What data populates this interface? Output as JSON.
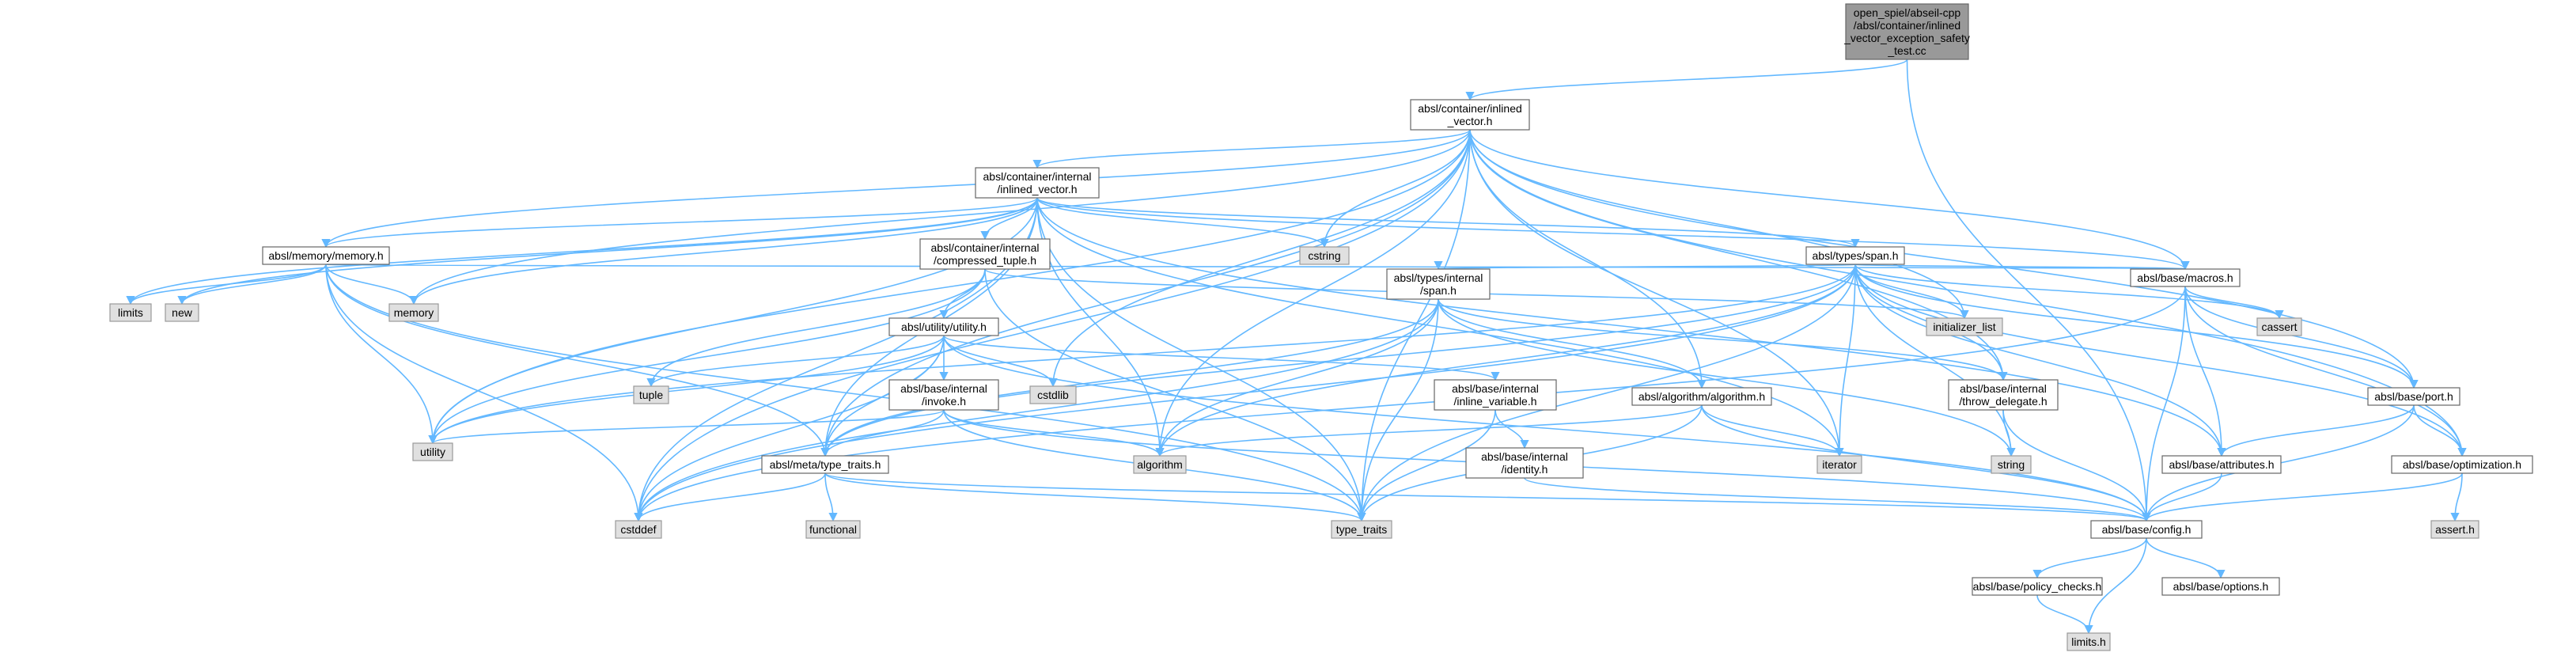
{
  "graph": {
    "edge_color": "#63b8ff",
    "node_fill": "#ffffff",
    "external_fill": "#e0e0e0",
    "root_fill": "#999999",
    "nodes": [
      {
        "id": "root",
        "kind": "root",
        "lines": [
          "open_spiel/abseil-cpp",
          "/absl/container/inlined",
          "_vector_exception_safety",
          "_test.cc"
        ]
      },
      {
        "id": "inlined_vector",
        "kind": "normal",
        "lines": [
          "absl/container/inlined",
          "_vector.h"
        ]
      },
      {
        "id": "internal_inlined_vector",
        "kind": "normal",
        "lines": [
          "absl/container/internal",
          "/inlined_vector.h"
        ]
      },
      {
        "id": "memory_h",
        "kind": "normal",
        "lines": [
          "absl/memory/memory.h"
        ]
      },
      {
        "id": "compressed_tuple",
        "kind": "normal",
        "lines": [
          "absl/container/internal",
          "/compressed_tuple.h"
        ]
      },
      {
        "id": "cstring",
        "kind": "ext",
        "lines": [
          "cstring"
        ]
      },
      {
        "id": "span",
        "kind": "normal",
        "lines": [
          "absl/types/span.h"
        ]
      },
      {
        "id": "limits",
        "kind": "ext",
        "lines": [
          "limits"
        ]
      },
      {
        "id": "new",
        "kind": "ext",
        "lines": [
          "new"
        ]
      },
      {
        "id": "memory",
        "kind": "ext",
        "lines": [
          "memory"
        ]
      },
      {
        "id": "utility_h",
        "kind": "normal",
        "lines": [
          "absl/utility/utility.h"
        ]
      },
      {
        "id": "tuple",
        "kind": "ext",
        "lines": [
          "tuple"
        ]
      },
      {
        "id": "invoke",
        "kind": "normal",
        "lines": [
          "absl/base/internal",
          "/invoke.h"
        ]
      },
      {
        "id": "cstdlib",
        "kind": "ext",
        "lines": [
          "cstdlib"
        ]
      },
      {
        "id": "types_internal_span",
        "kind": "normal",
        "lines": [
          "absl/types/internal",
          "/span.h"
        ]
      },
      {
        "id": "inline_variable",
        "kind": "normal",
        "lines": [
          "absl/base/internal",
          "/inline_variable.h"
        ]
      },
      {
        "id": "identity",
        "kind": "normal",
        "lines": [
          "absl/base/internal",
          "/identity.h"
        ]
      },
      {
        "id": "algorithm_h",
        "kind": "normal",
        "lines": [
          "absl/algorithm/algorithm.h"
        ]
      },
      {
        "id": "initializer_list",
        "kind": "ext",
        "lines": [
          "initializer_list"
        ]
      },
      {
        "id": "throw_delegate",
        "kind": "normal",
        "lines": [
          "absl/base/internal",
          "/throw_delegate.h"
        ]
      },
      {
        "id": "macros",
        "kind": "normal",
        "lines": [
          "absl/base/macros.h"
        ]
      },
      {
        "id": "cassert",
        "kind": "ext",
        "lines": [
          "cassert"
        ]
      },
      {
        "id": "port",
        "kind": "normal",
        "lines": [
          "absl/base/port.h"
        ]
      },
      {
        "id": "utility",
        "kind": "ext",
        "lines": [
          "utility"
        ]
      },
      {
        "id": "type_traits_h",
        "kind": "normal",
        "lines": [
          "absl/meta/type_traits.h"
        ]
      },
      {
        "id": "functional",
        "kind": "ext",
        "lines": [
          "functional"
        ]
      },
      {
        "id": "cstddef",
        "kind": "ext",
        "lines": [
          "cstddef"
        ]
      },
      {
        "id": "algorithm",
        "kind": "ext",
        "lines": [
          "algorithm"
        ]
      },
      {
        "id": "type_traits",
        "kind": "ext",
        "lines": [
          "type_traits"
        ]
      },
      {
        "id": "iterator",
        "kind": "ext",
        "lines": [
          "iterator"
        ]
      },
      {
        "id": "string",
        "kind": "ext",
        "lines": [
          "string"
        ]
      },
      {
        "id": "attributes",
        "kind": "normal",
        "lines": [
          "absl/base/attributes.h"
        ]
      },
      {
        "id": "optimization",
        "kind": "normal",
        "lines": [
          "absl/base/optimization.h"
        ]
      },
      {
        "id": "config",
        "kind": "normal",
        "lines": [
          "absl/base/config.h"
        ]
      },
      {
        "id": "assert_h",
        "kind": "ext",
        "lines": [
          "assert.h"
        ]
      },
      {
        "id": "policy_checks",
        "kind": "normal",
        "lines": [
          "absl/base/policy_checks.h"
        ]
      },
      {
        "id": "options",
        "kind": "normal",
        "lines": [
          "absl/base/options.h"
        ]
      },
      {
        "id": "limits_h",
        "kind": "ext",
        "lines": [
          "limits.h"
        ]
      }
    ],
    "edges": [
      [
        "root",
        "inlined_vector"
      ],
      [
        "root",
        "config"
      ],
      [
        "inlined_vector",
        "internal_inlined_vector"
      ],
      [
        "inlined_vector",
        "memory_h"
      ],
      [
        "inlined_vector",
        "memory"
      ],
      [
        "inlined_vector",
        "cstring"
      ],
      [
        "inlined_vector",
        "cstddef"
      ],
      [
        "inlined_vector",
        "utility"
      ],
      [
        "inlined_vector",
        "algorithm"
      ],
      [
        "inlined_vector",
        "cstdlib"
      ],
      [
        "inlined_vector",
        "type_traits_h"
      ],
      [
        "inlined_vector",
        "initializer_list"
      ],
      [
        "inlined_vector",
        "iterator"
      ],
      [
        "inlined_vector",
        "algorithm_h"
      ],
      [
        "inlined_vector",
        "throw_delegate"
      ],
      [
        "inlined_vector",
        "macros"
      ],
      [
        "inlined_vector",
        "port"
      ],
      [
        "inlined_vector",
        "optimization"
      ],
      [
        "inlined_vector",
        "type_traits"
      ],
      [
        "internal_inlined_vector",
        "memory_h"
      ],
      [
        "internal_inlined_vector",
        "compressed_tuple"
      ],
      [
        "internal_inlined_vector",
        "cstring"
      ],
      [
        "internal_inlined_vector",
        "span"
      ],
      [
        "internal_inlined_vector",
        "limits"
      ],
      [
        "internal_inlined_vector",
        "new"
      ],
      [
        "internal_inlined_vector",
        "memory"
      ],
      [
        "internal_inlined_vector",
        "utility"
      ],
      [
        "internal_inlined_vector",
        "cstddef"
      ],
      [
        "internal_inlined_vector",
        "algorithm"
      ],
      [
        "internal_inlined_vector",
        "iterator"
      ],
      [
        "internal_inlined_vector",
        "type_traits_h"
      ],
      [
        "internal_inlined_vector",
        "macros"
      ],
      [
        "internal_inlined_vector",
        "attributes"
      ],
      [
        "internal_inlined_vector",
        "type_traits"
      ],
      [
        "memory_h",
        "limits"
      ],
      [
        "memory_h",
        "new"
      ],
      [
        "memory_h",
        "memory"
      ],
      [
        "memory_h",
        "utility"
      ],
      [
        "memory_h",
        "cstddef"
      ],
      [
        "memory_h",
        "type_traits"
      ],
      [
        "memory_h",
        "type_traits_h"
      ],
      [
        "memory_h",
        "macros"
      ],
      [
        "compressed_tuple",
        "utility_h"
      ],
      [
        "compressed_tuple",
        "tuple"
      ],
      [
        "compressed_tuple",
        "utility"
      ],
      [
        "compressed_tuple",
        "type_traits"
      ],
      [
        "compressed_tuple",
        "initializer_list"
      ],
      [
        "span",
        "types_internal_span"
      ],
      [
        "span",
        "macros"
      ],
      [
        "span",
        "initializer_list"
      ],
      [
        "span",
        "throw_delegate"
      ],
      [
        "span",
        "cassert"
      ],
      [
        "span",
        "port"
      ],
      [
        "span",
        "attributes"
      ],
      [
        "span",
        "optimization"
      ],
      [
        "span",
        "algorithm"
      ],
      [
        "span",
        "cstddef"
      ],
      [
        "span",
        "iterator"
      ],
      [
        "span",
        "type_traits"
      ],
      [
        "span",
        "type_traits_h"
      ],
      [
        "span",
        "utility"
      ],
      [
        "span",
        "string"
      ],
      [
        "utility_h",
        "invoke"
      ],
      [
        "utility_h",
        "inline_variable"
      ],
      [
        "utility_h",
        "tuple"
      ],
      [
        "utility_h",
        "cstdlib"
      ],
      [
        "utility_h",
        "utility"
      ],
      [
        "utility_h",
        "cstddef"
      ],
      [
        "utility_h",
        "type_traits_h"
      ],
      [
        "utility_h",
        "config"
      ],
      [
        "invoke",
        "type_traits_h"
      ],
      [
        "invoke",
        "algorithm"
      ],
      [
        "invoke",
        "utility"
      ],
      [
        "invoke",
        "type_traits"
      ],
      [
        "invoke",
        "config"
      ],
      [
        "types_internal_span",
        "algorithm_h"
      ],
      [
        "types_internal_span",
        "throw_delegate"
      ],
      [
        "types_internal_span",
        "type_traits_h"
      ],
      [
        "types_internal_span",
        "algorithm"
      ],
      [
        "types_internal_span",
        "cstddef"
      ],
      [
        "types_internal_span",
        "type_traits"
      ],
      [
        "types_internal_span",
        "string"
      ],
      [
        "inline_variable",
        "identity"
      ],
      [
        "inline_variable",
        "type_traits"
      ],
      [
        "identity",
        "config"
      ],
      [
        "algorithm_h",
        "algorithm"
      ],
      [
        "algorithm_h",
        "iterator"
      ],
      [
        "algorithm_h",
        "type_traits"
      ],
      [
        "algorithm_h",
        "config"
      ],
      [
        "throw_delegate",
        "string"
      ],
      [
        "throw_delegate",
        "config"
      ],
      [
        "macros",
        "cassert"
      ],
      [
        "macros",
        "port"
      ],
      [
        "macros",
        "attributes"
      ],
      [
        "macros",
        "optimization"
      ],
      [
        "macros",
        "config"
      ],
      [
        "macros",
        "cstddef"
      ],
      [
        "port",
        "attributes"
      ],
      [
        "port",
        "optimization"
      ],
      [
        "port",
        "config"
      ],
      [
        "type_traits_h",
        "cstddef"
      ],
      [
        "type_traits_h",
        "functional"
      ],
      [
        "type_traits_h",
        "type_traits"
      ],
      [
        "type_traits_h",
        "config"
      ],
      [
        "attributes",
        "config"
      ],
      [
        "optimization",
        "assert_h"
      ],
      [
        "optimization",
        "config"
      ],
      [
        "config",
        "policy_checks"
      ],
      [
        "config",
        "options"
      ],
      [
        "config",
        "limits_h"
      ],
      [
        "policy_checks",
        "limits_h"
      ]
    ]
  }
}
